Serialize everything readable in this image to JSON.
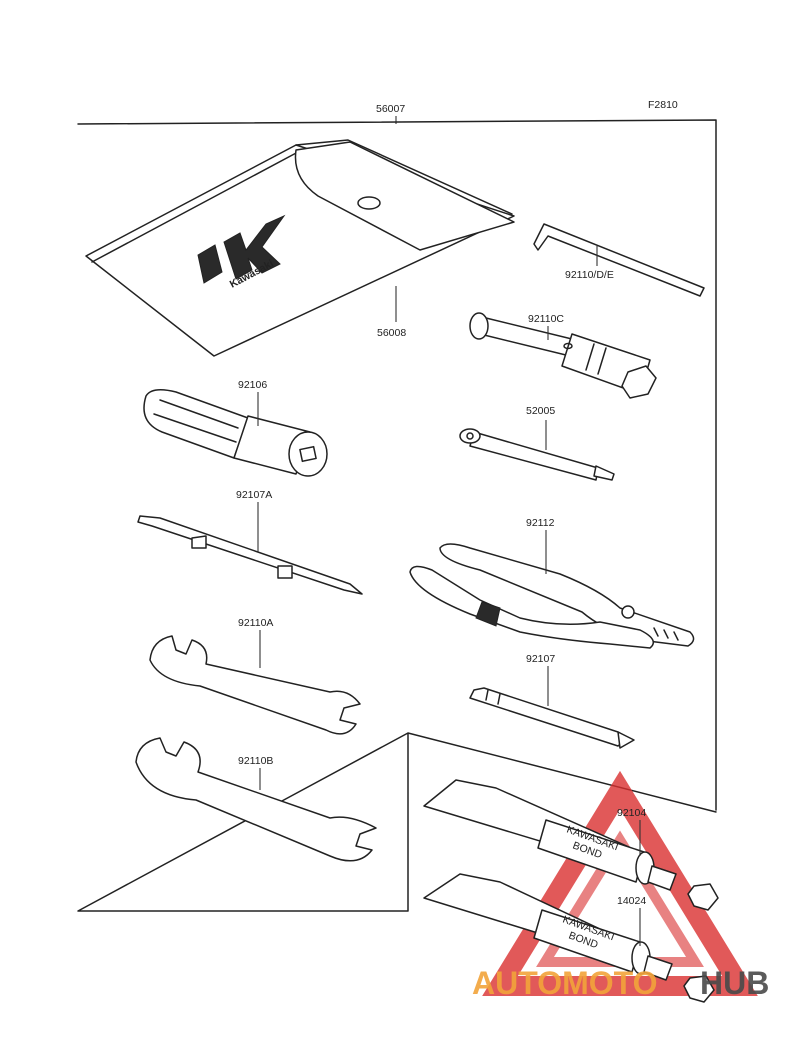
{
  "diagram": {
    "figure_code": "F2810",
    "assembly_part": "56007",
    "pouch": {
      "part": "56008",
      "logo_text": "Kawasaki"
    },
    "parts": {
      "hex_key": "92110/D/E",
      "spark_plug_wrench": "92110C",
      "handle_driver": "92106",
      "extension_bar": "52005",
      "double_screwdriver": "92107A",
      "pliers": "92112",
      "wrench_a": "92110A",
      "screwdriver_bit": "92107",
      "wrench_b": "92110B",
      "bond_tube_1": "92104",
      "bond_tube_2": "14024"
    },
    "tube_text": {
      "line1": "KAWASAKI",
      "line2": "BOND"
    }
  },
  "watermark": {
    "text_a": "AUTOMOTO",
    "text_b": "HUB",
    "colors": {
      "red": "#d92f2f",
      "orange": "#f2a43a",
      "dark": "#4a4a4a"
    }
  }
}
